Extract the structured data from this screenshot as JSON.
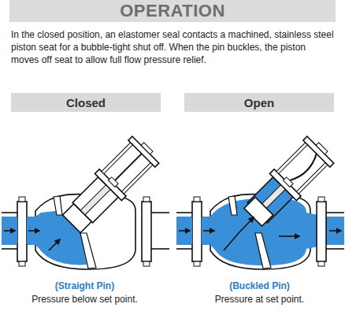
{
  "diagram": {
    "title": "OPERATION",
    "nodes": [
      {
        "text": [
          "Closed"
        ]
      },
      {
        "text": [
          "Open"
        ]
      }
    ],
    "labels": [
      "In the closed position, an elastomer seal contacts a machined, stainless steel piston seat for a bubble-tight shut off. When the pin buckles, the piston moves off seat to allow full flow pressure relief.",
      "(Straight Pin)",
      "Pressure below set point.",
      "(Buckled Pin)",
      "Pressure at set point."
    ]
  }
}
